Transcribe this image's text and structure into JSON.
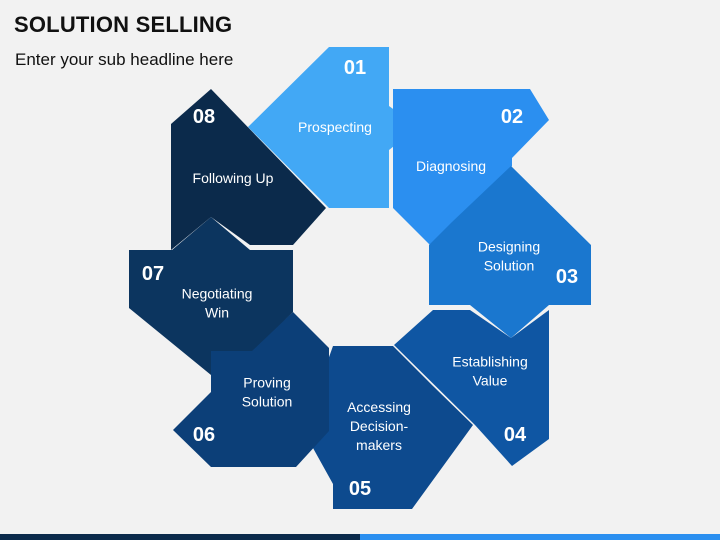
{
  "header": {
    "title": "SOLUTION SELLING",
    "subtitle": "Enter your sub headline here"
  },
  "steps": [
    {
      "number": "01",
      "label": [
        "Prospecting"
      ],
      "color": "#42a8f5"
    },
    {
      "number": "02",
      "label": [
        "Diagnosing"
      ],
      "color": "#2b8ff0"
    },
    {
      "number": "03",
      "label": [
        "Designing",
        "Solution"
      ],
      "color": "#1a77cf"
    },
    {
      "number": "04",
      "label": [
        "Establishing",
        "Value"
      ],
      "color": "#0f56a3"
    },
    {
      "number": "05",
      "label": [
        "Accessing",
        "Decision-",
        "makers"
      ],
      "color": "#0d4a8e"
    },
    {
      "number": "06",
      "label": [
        "Proving",
        "Solution"
      ],
      "color": "#0c3f78"
    },
    {
      "number": "07",
      "label": [
        "Negotiating",
        "Win"
      ],
      "color": "#0c355f"
    },
    {
      "number": "08",
      "label": [
        "Following Up"
      ],
      "color": "#0b2a4b"
    }
  ],
  "colors": {
    "background": "#f2f2f2",
    "bottom_bar_dark": "#0b2a4b",
    "bottom_bar_light": "#2b8ff0"
  }
}
